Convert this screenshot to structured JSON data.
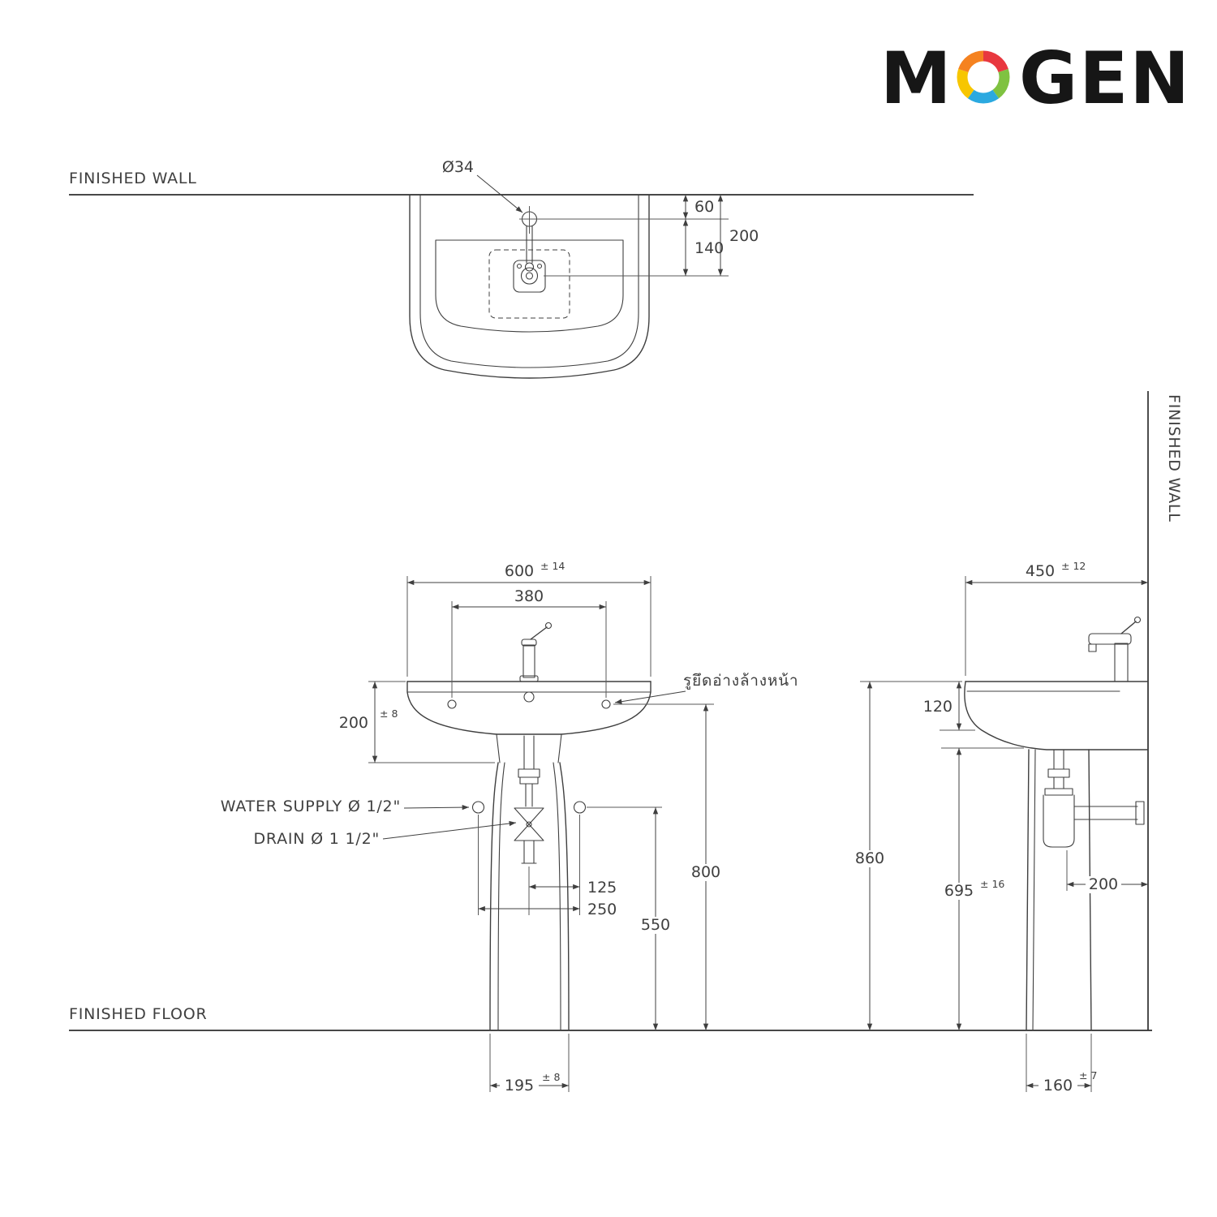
{
  "brand": {
    "text_m": "M",
    "text_gen": "GEN",
    "ring_colors": [
      "#e8383f",
      "#7fc241",
      "#2ba9e0",
      "#f7c600",
      "#f58220"
    ]
  },
  "labels": {
    "finished_wall_top": "FINISHED WALL",
    "finished_wall_side": "FINISHED WALL",
    "finished_floor": "FINISHED FLOOR",
    "water_supply": "WATER SUPPLY Ø 1/2\"",
    "drain": "DRAIN Ø 1 1/2\"",
    "mounting_hole_thai": "รูยึดอ่างล้างหน้า"
  },
  "plan_view": {
    "faucet_hole_dia": "Ø34",
    "wall_to_faucet": "60",
    "faucet_to_drain": "140",
    "wall_to_drain": "200"
  },
  "front_view": {
    "width": "600",
    "width_tol": "± 14",
    "hole_spacing": "380",
    "basin_height": "200",
    "basin_height_tol": "± 8",
    "drain_to_supply": "125",
    "supply_spacing": "250",
    "supply_height": "550",
    "mount_height": "800",
    "pedestal_width": "195",
    "pedestal_width_tol": "± 8"
  },
  "side_view": {
    "depth": "450",
    "depth_tol": "± 12",
    "front_edge_height": "120",
    "rim_height": "860",
    "trap_height": "695",
    "trap_height_tol": "± 16",
    "drain_to_wall": "200",
    "pedestal_depth": "160",
    "pedestal_depth_tol": "± 7"
  }
}
